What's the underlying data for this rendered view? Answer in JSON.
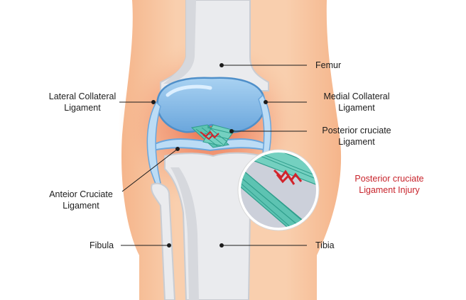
{
  "labels": {
    "femur": "Femur",
    "lateral_collateral": [
      "Lateral Collateral",
      "Ligament"
    ],
    "medial_collateral": [
      "Medial Collateral",
      "Ligament"
    ],
    "posterior_cruciate": [
      "Posterior cruciate",
      "Ligament"
    ],
    "posterior_cruciate_injury": [
      "Posterior cruciate",
      "Ligament Injury"
    ],
    "anterior_cruciate": [
      "Anteior Cruciate",
      "Ligament"
    ],
    "fibula": "Fibula",
    "tibia": "Tibia"
  },
  "colors": {
    "skin": "#f7c39c",
    "inflammation": "#f08a67",
    "bone": "#eaebee",
    "bone_shade": "#c9ccd2",
    "cartilage": "#7fb4e3",
    "cartilage_light": "#bcdcf5",
    "ligament": "#5dc3b2",
    "ligament_dark": "#2f9e8c",
    "injury": "#d2232a",
    "label_text": "#1c1c1c",
    "injury_text": "#c8232b"
  }
}
